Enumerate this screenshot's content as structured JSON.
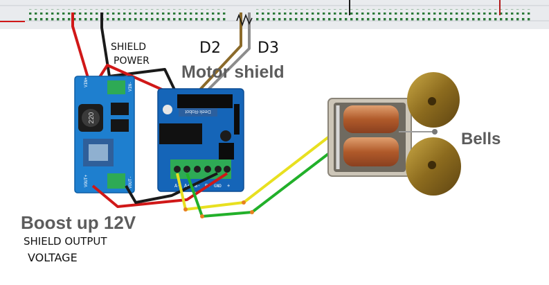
{
  "labels": {
    "d2": "D2",
    "d3": "D3",
    "shield_power_line1": "SHIELD",
    "shield_power_line2": "POWER",
    "motor_shield": "Motor shield",
    "bells": "Bells",
    "boost_up": "Boost up 12V",
    "shield_output_line1": "SHIELD OUTPUT",
    "shield_output_line2": "VOLTAGE"
  },
  "components": {
    "boost_inductor": "220",
    "boost_pins": [
      "VIN+",
      "VIN-",
      "VOUT+",
      "VOUT-"
    ],
    "shield_chip_text": "Deek-Robot",
    "shield_terminals": [
      "A-",
      "A+",
      "B-",
      "B+",
      "GND",
      "+"
    ]
  },
  "colors": {
    "breadboard": "#e9ebee",
    "boost_board": "#1e7fcf",
    "shield_board": "#1565b8",
    "terminal_green": "#2eaa55",
    "wire_red": "#d01818",
    "wire_black": "#1a1a1a",
    "wire_brown": "#8b6a2a",
    "wire_gray": "#8c8c8c",
    "wire_yellow": "#e8e020",
    "wire_green": "#22b02a",
    "bell_gold": "#9a7a2a"
  }
}
